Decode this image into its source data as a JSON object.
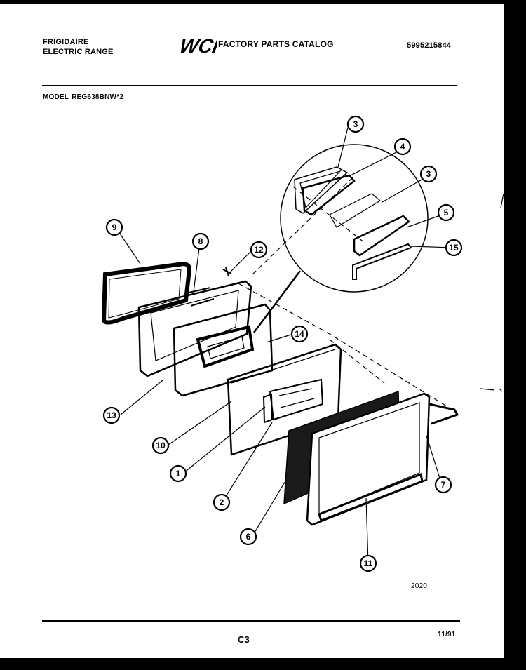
{
  "header": {
    "brand_line1": "FRIGIDAIRE",
    "brand_line2": "ELECTRIC RANGE",
    "logo": "WCI",
    "catalog_title": "FACTORY PARTS CATALOG",
    "catalog_number": "5995215844"
  },
  "model": {
    "label": "MODEL",
    "value": "REG638BNW*2"
  },
  "callouts": [
    "1",
    "2",
    "3",
    "4",
    "3",
    "5",
    "15",
    "9",
    "8",
    "12",
    "14",
    "13",
    "10",
    "7",
    "6",
    "11"
  ],
  "footer": {
    "diagram_code": "2020",
    "page_code": "C3",
    "date": "11/91"
  }
}
